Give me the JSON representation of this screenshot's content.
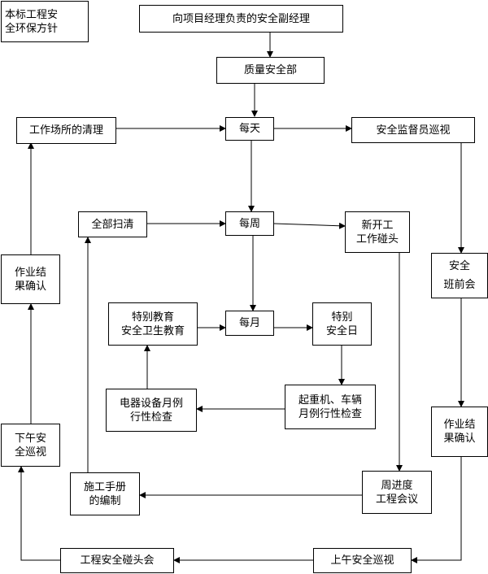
{
  "diagram": {
    "nodes": {
      "policy": "本标工程安\n全环保方针",
      "deputy_manager": "向项目经理负责的安全副经理",
      "quality_safety_dept": "质量安全部",
      "workplace_cleaning": "工作场所的清理",
      "daily": "每天",
      "safety_inspector_patrol": "安全监督员巡视",
      "full_cleaning": "全部扫清",
      "weekly": "每周",
      "new_work_briefing": "新开工\n工作碰头",
      "pre_shift_meeting": "安全\n班前会",
      "work_result_confirm_left": "作业结\n果确认",
      "special_education": "特别教育\n安全卫生教育",
      "monthly": "每月",
      "special_safety_day": "特别\n安全日",
      "electrical_monthly_check": "电器设备月例\n行性检查",
      "crane_vehicle_monthly_check": "起重机、车辆\n月例行性检查",
      "work_result_confirm_right": "作业结\n果确认",
      "afternoon_patrol": "下午安\n全巡视",
      "construction_manual": "施工手册\n的编制",
      "weekly_progress_meeting": "周进度\n工程会议",
      "project_safety_meeting": "工程安全碰头会",
      "morning_patrol": "上午安全巡视"
    }
  }
}
